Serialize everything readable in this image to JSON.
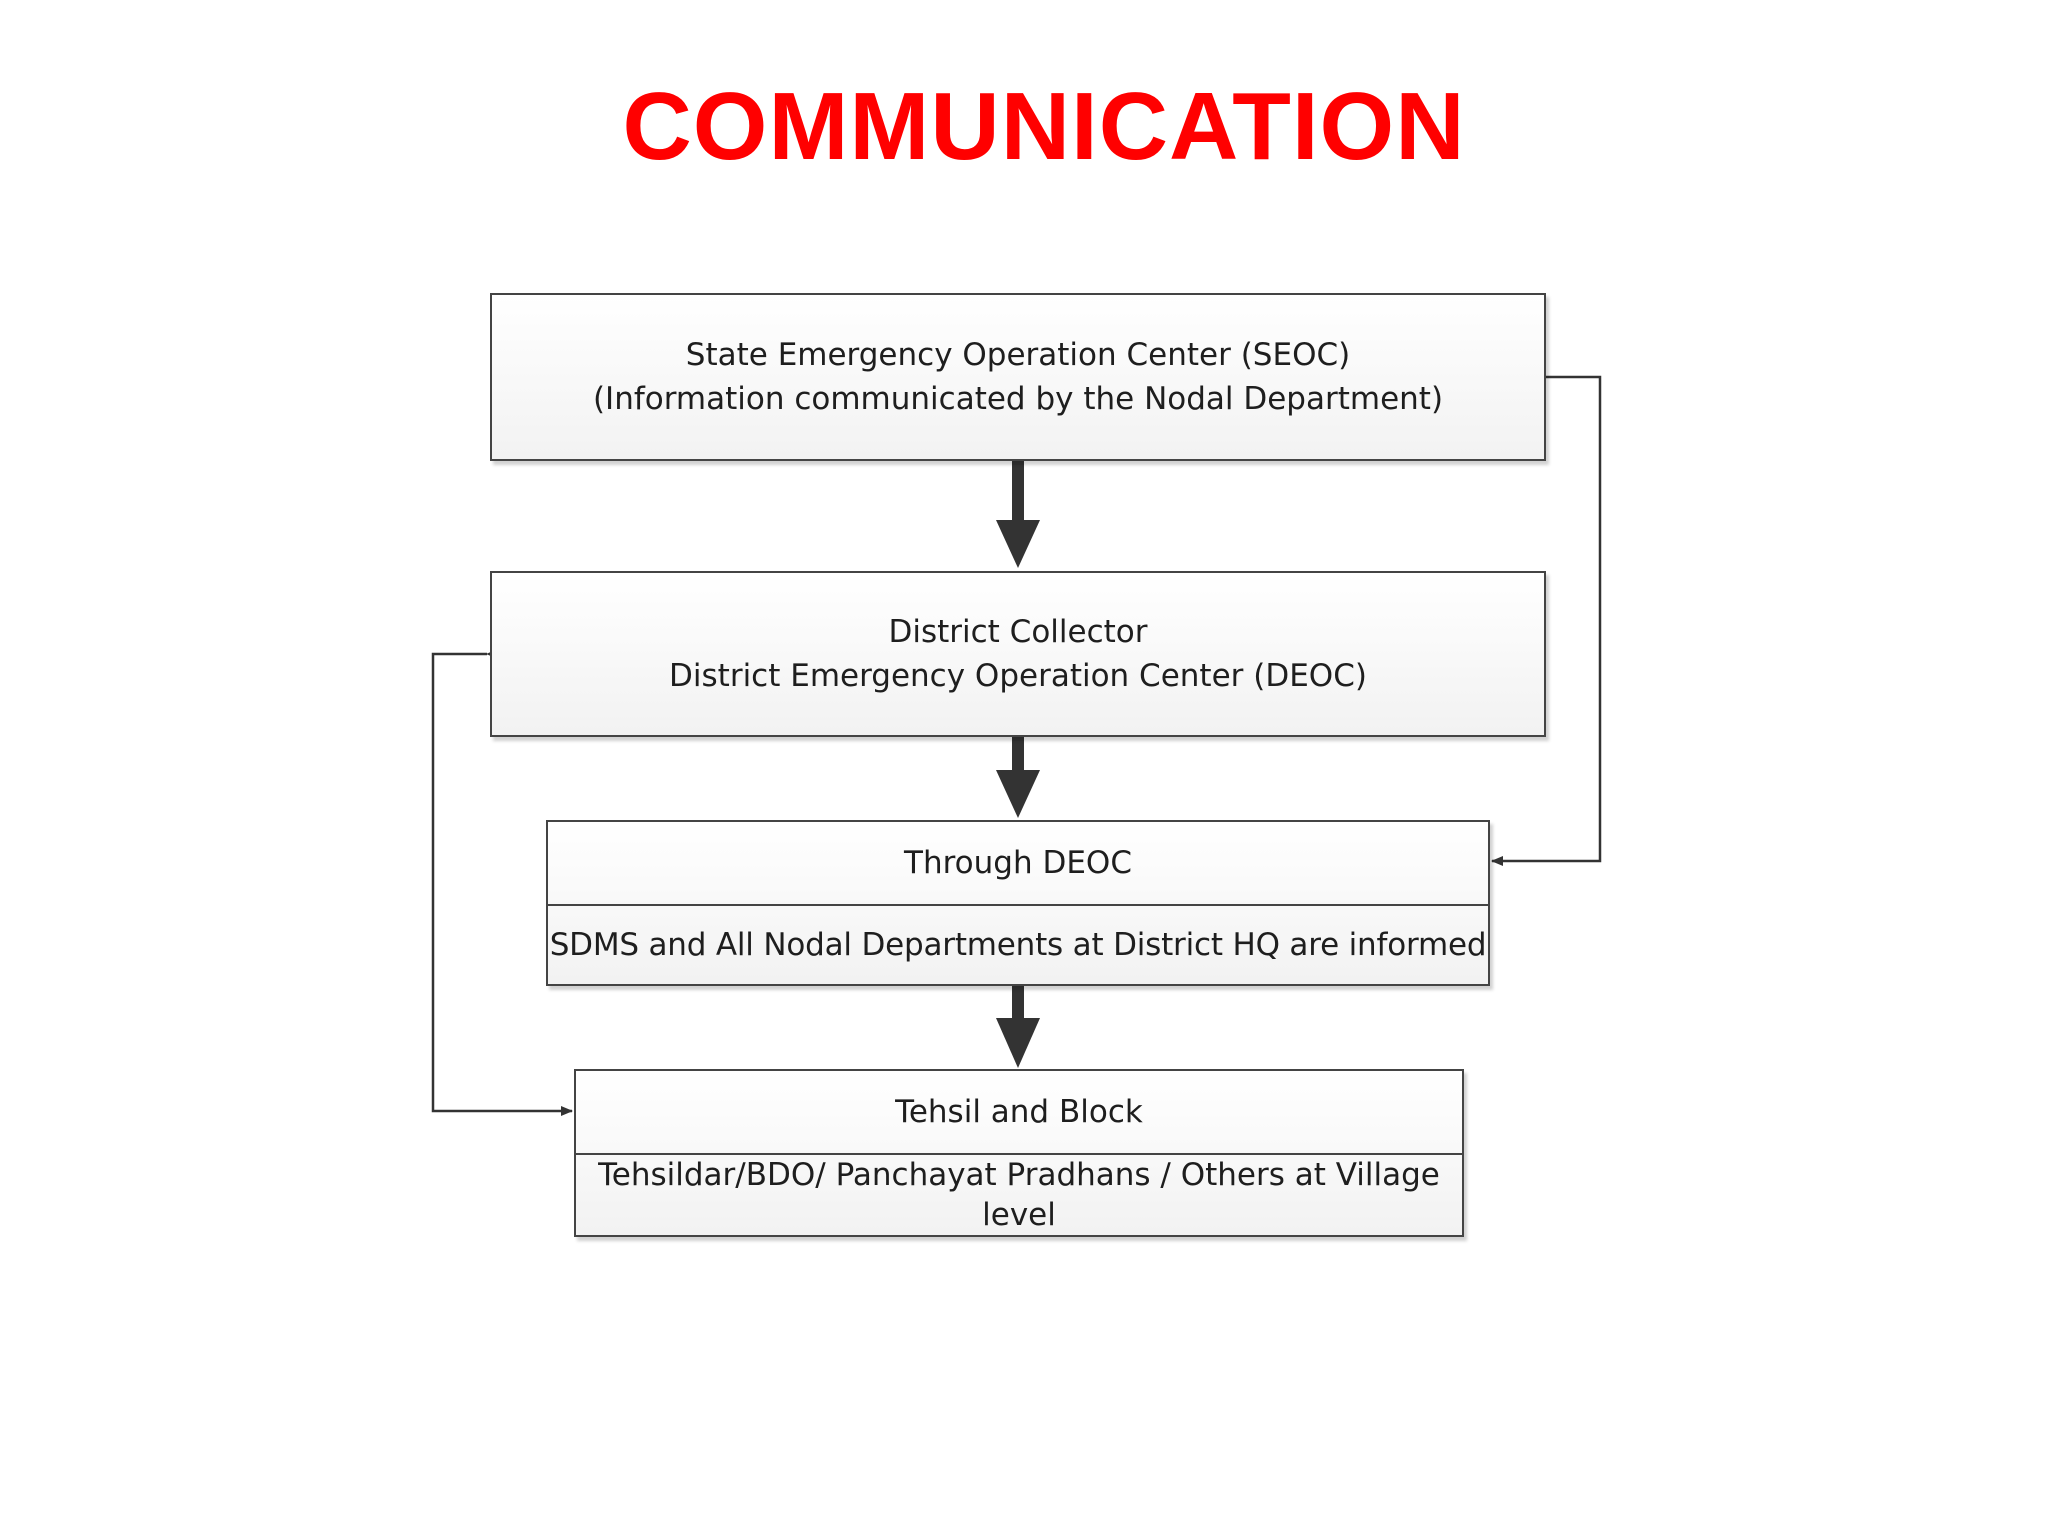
{
  "title": "COMMUNICATION",
  "colors": {
    "title": "#ff0000",
    "box_border": "#444444",
    "arrow": "#333333"
  },
  "nodes": {
    "seoc": {
      "line1": "State Emergency Operation Center (SEOC)",
      "line2": "(Information communicated by the Nodal Department)"
    },
    "collector": {
      "line1": "District Collector",
      "line2": "District Emergency Operation Center (DEOC)"
    },
    "through_deoc": {
      "header": "Through DEOC",
      "body": "SDMS  and All Nodal Departments at District HQ are informed"
    },
    "tehsil": {
      "header": "Tehsil and Block",
      "body_line1": "Tehsildar/BDO/ Panchayat Pradhans / Others at Village",
      "body_line2": "level"
    }
  }
}
